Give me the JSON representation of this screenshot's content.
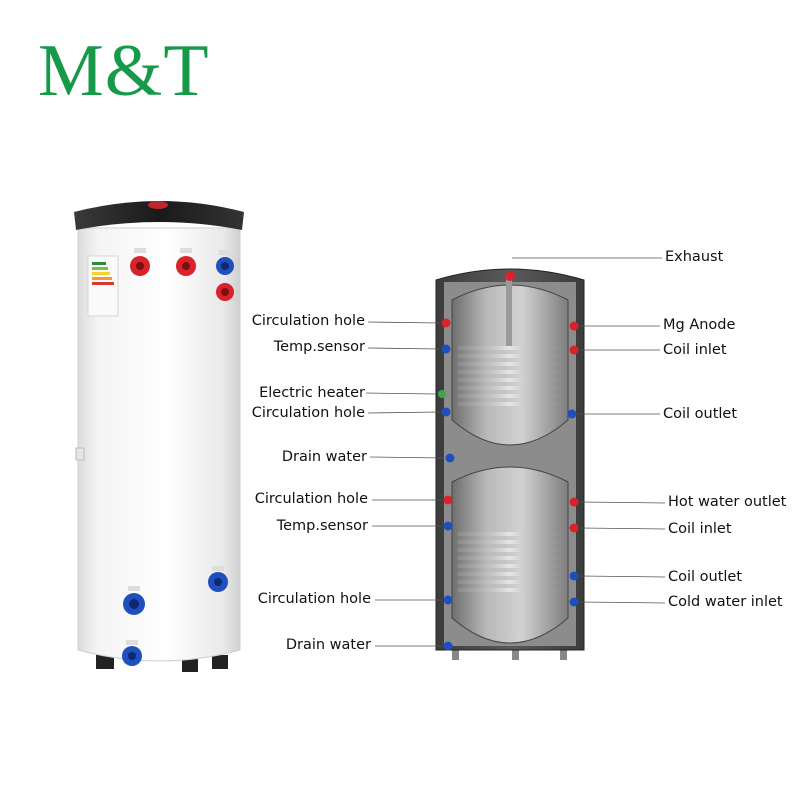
{
  "brand": {
    "logo_text": "M&T",
    "color": "#169a4a"
  },
  "colors": {
    "hot_port": "#d8232a",
    "cold_port": "#1f4fbf",
    "leader": "#555555"
  },
  "labels_left": [
    "Circulation hole",
    "Temp.sensor",
    "Electric heater",
    "Circulation hole",
    "Drain water",
    "Circulation hole",
    "Temp.sensor",
    "Circulation hole",
    "Drain water"
  ],
  "labels_right": [
    "Exhaust",
    "Mg Anode",
    "Coil inlet",
    "Coil outlet",
    "Hot water outlet",
    "Coil inlet",
    "Coil outlet",
    "Cold water inlet"
  ]
}
